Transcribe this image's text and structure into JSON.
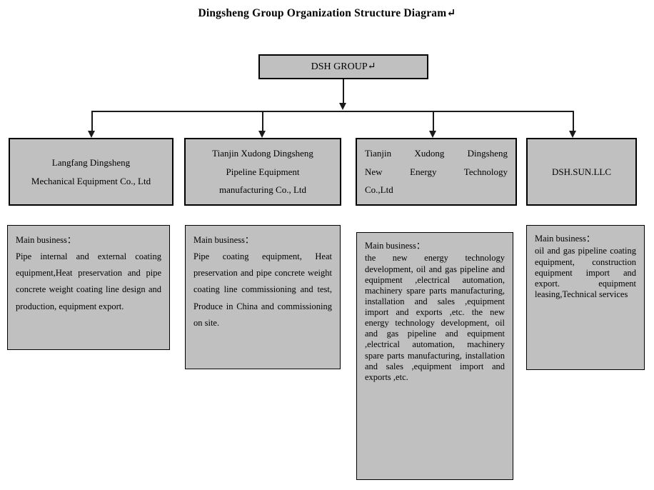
{
  "title": "Dingsheng Group Organization Structure Diagram↵",
  "colors": {
    "box_fill": "#c0c0c0",
    "box_border": "#000000",
    "background": "#ffffff",
    "connector": "#1a1a1a"
  },
  "root": {
    "label": "DSH GROUP↵"
  },
  "subsidiaries": [
    {
      "lines": [
        "Langfang Dingsheng",
        "Mechanical Equipment Co., Ltd"
      ],
      "align": "center"
    },
    {
      "lines": [
        "Tianjin Xudong Dingsheng",
        "Pipeline Equipment",
        "manufacturing   Co., Ltd"
      ],
      "align": "center"
    },
    {
      "lines": [
        "Tianjin Xudong Dingsheng",
        "New Energy Technology",
        "Co.,Ltd"
      ],
      "align": "justify"
    },
    {
      "lines": [
        "DSH.SUN.LLC"
      ],
      "align": "center"
    }
  ],
  "descriptions": [
    {
      "heading": "Main business：",
      "body": "Pipe internal and external coating equipment,Heat preservation and pipe concrete weight coating line design and production, equipment export."
    },
    {
      "heading": "Main business：",
      "body": "Pipe coating equipment, Heat preservation and pipe concrete weight coating line commissioning and test, Produce in China and commissioning on site."
    },
    {
      "heading": "Main business：",
      "body": "the new energy technology development, oil and gas pipeline and equipment ,electrical automation, machinery spare parts manufacturing, installation and sales ,equipment import and exports ,etc. the new energy technology development, oil and gas pipeline and equipment ,electrical automation, machinery spare parts manufacturing, installation and sales ,equipment import and exports ,etc."
    },
    {
      "heading": "Main business：",
      "body": "oil and gas pipeline coating equipment, construction equipment import and export. equipment leasing,Technical services"
    }
  ]
}
